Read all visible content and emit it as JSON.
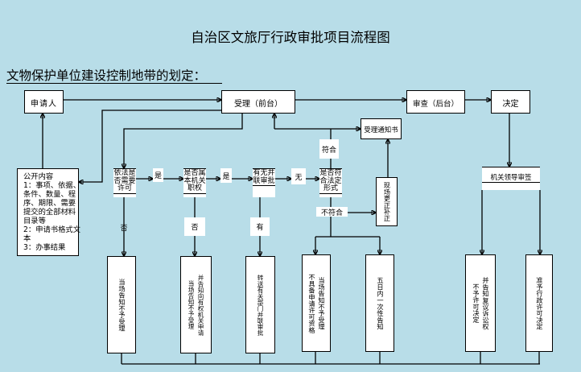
{
  "title": "自治区文旅厅行政审批项目流程图",
  "subtitle": "文物保护单位建设控制地带的划定：",
  "colors": {
    "background": "#b8dde8",
    "node_fill": "#ffffff",
    "stroke": "#000000"
  },
  "flow": {
    "applicant": "申请人",
    "acceptance": "受理（前台）",
    "review": "审查（后台）",
    "decision": "决定"
  },
  "disclosure": {
    "lines": [
      "公开内容",
      "1：事项、依据、",
      "条件、数量、程",
      "序、期限、需要",
      "提交的全部材料",
      "目录等",
      "2：申请书格式文",
      "本",
      "3：办事结果"
    ]
  },
  "checks": [
    {
      "lines": [
        "依法是",
        "否需要",
        "许可"
      ]
    },
    {
      "lines": [
        "是否属",
        "本机关",
        "职权"
      ]
    },
    {
      "lines": [
        "有无并",
        "联审批"
      ]
    },
    {
      "lines": [
        "是否符",
        "合法定",
        "形式"
      ]
    }
  ],
  "branch_labels": {
    "need_permit_yes": "是",
    "need_permit_no": "否",
    "in_authority_yes": "是",
    "in_authority_no": "否",
    "parallel_none": "无",
    "parallel_has": "有",
    "form_conform": "符合",
    "form_nonconform": "不符合"
  },
  "acceptance_notice": "受理通知书",
  "on_site_correction": "现场更正补正",
  "leader_sign": "机关领导审签",
  "outcomes": [
    {
      "lines": [
        "当场告知不予受理"
      ]
    },
    {
      "lines": [
        "当场告知不予受理",
        "并告知向有权机关申请"
      ]
    },
    {
      "lines": [
        "转送有关部门并联审批"
      ]
    },
    {
      "lines": [
        "不具备申请许可资格",
        "当场告知不予受理"
      ]
    },
    {
      "lines": [
        "五日内一次性告知"
      ]
    },
    {
      "lines": [
        "不予许可决定",
        "并告知复议诉讼权"
      ]
    },
    {
      "lines": [
        "准予行政许可决定"
      ]
    }
  ]
}
